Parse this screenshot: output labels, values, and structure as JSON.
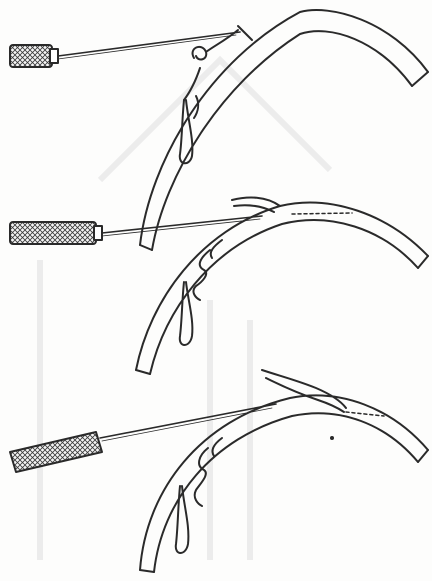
{
  "figure": {
    "panels": [
      {
        "id": "panel-1"
      },
      {
        "id": "panel-2"
      },
      {
        "id": "panel-3"
      }
    ],
    "colors": {
      "ink": "#2a2a2a",
      "paper": "#fdfdfc",
      "ghost": "#ececec"
    }
  }
}
